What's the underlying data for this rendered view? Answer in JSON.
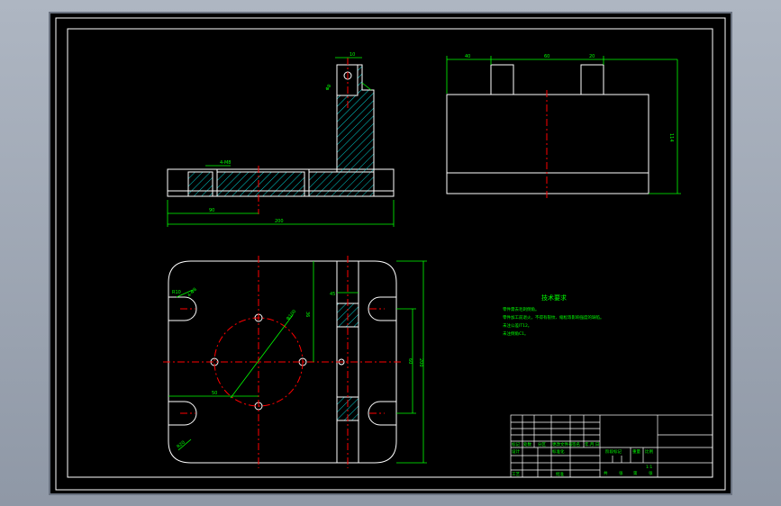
{
  "colors": {
    "background": "#000000",
    "border": "#ffffff",
    "part_outline": "#ffffff",
    "dimension": "#00ff00",
    "centerline": "#ff0000",
    "hatch": "#00cccc",
    "outer_frame": "#b9c0cc"
  },
  "dims": {
    "top_pin_width": "10",
    "top_pin_hole": "Φ8",
    "side_step": "4-M8",
    "base_half_length": "90",
    "base_total_length": "200",
    "right_seg_a": "40",
    "right_seg_b": "60",
    "right_seg_c": "20",
    "right_height": "114",
    "plan_radius": "R10",
    "plan_hole": "4-Φ8",
    "plan_circle_dia": "Φ100",
    "plan_depth": "36",
    "plan_width": "50",
    "plan_height": "200",
    "plan_offset": "60",
    "plan_chamfer": "R20",
    "plan_slot": "45"
  },
  "notes": {
    "title": "技术要求",
    "line1": "零件需去毛刺倒角。",
    "line2": "零件加工前退火，不得有裂纹、缩松等影响强度的缺陷。",
    "line3": "未注公差IT12。",
    "line4": "未注倒角C1。"
  },
  "title_block": {
    "design": "设计",
    "process": "工艺",
    "mark": "标记",
    "count": "处数",
    "partition": "分区",
    "change_no": "更改文件号",
    "sign": "签名",
    "date": "年.月.日",
    "standard": "标准化",
    "approve": "批准",
    "stage_mark": "阶段标记",
    "weight": "重量",
    "scale": "比例",
    "scale_value": "1:1",
    "sheets": "共",
    "sheet_of": "张",
    "page": "第",
    "page_of": "张"
  }
}
